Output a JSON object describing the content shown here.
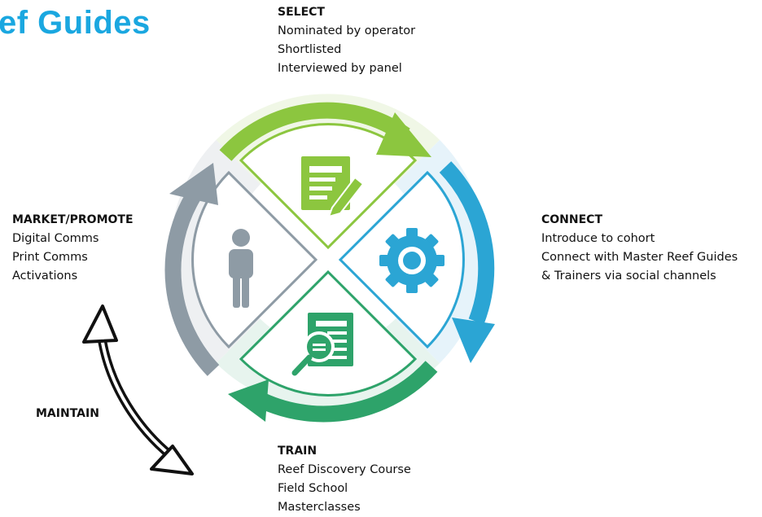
{
  "page": {
    "title": "ef Guides",
    "title_color": "#1aa7e0"
  },
  "colors": {
    "select": "#8cc63f",
    "connect": "#2ba5d4",
    "train": "#2ea36a",
    "market": "#8e9ba5",
    "maintain": "#111111"
  },
  "stages": {
    "select": {
      "heading": "SELECT",
      "lines": [
        "Nominated by operator",
        "Shortlisted",
        "Interviewed by panel"
      ],
      "icon": "document-pencil-icon"
    },
    "connect": {
      "heading": "CONNECT",
      "lines": [
        "Introduce to cohort",
        "Connect with Master Reef Guides",
        "& Trainers via social channels"
      ],
      "icon": "gear-icon"
    },
    "train": {
      "heading": "TRAIN",
      "lines": [
        "Reef Discovery Course",
        "Field School",
        "Masterclasses"
      ],
      "icon": "document-magnifier-icon"
    },
    "market": {
      "heading": "MARKET/PROMOTE",
      "lines": [
        "Digital Comms",
        "Print Comms",
        "Activations"
      ],
      "icon": "person-icon"
    }
  },
  "maintain": {
    "label": "MAINTAIN",
    "icon": "double-arrow-icon"
  }
}
